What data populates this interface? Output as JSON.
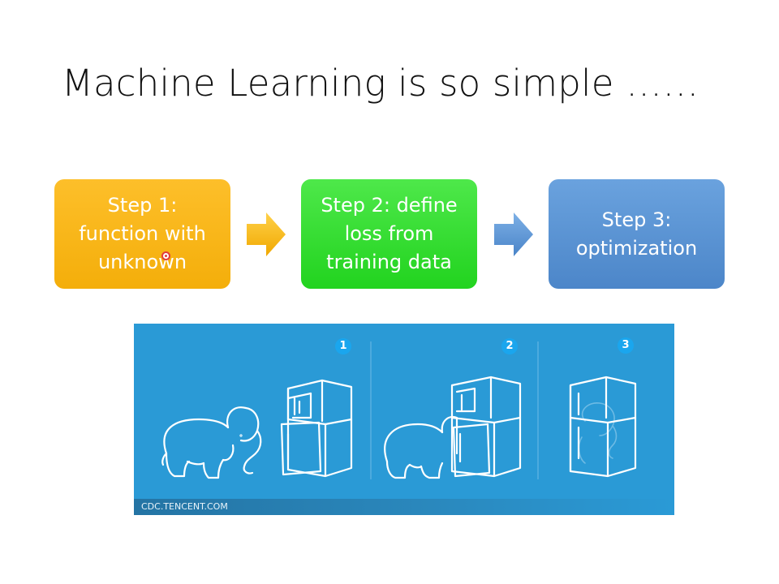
{
  "slide": {
    "title": "Machine Learning is so simple ……"
  },
  "steps": [
    {
      "label": "Step 1:\nfunction with\nunknown",
      "color": "#f6b417"
    },
    {
      "label": "Step 2: define\nloss from\ntraining data",
      "color": "#2fd92c"
    },
    {
      "label": "Step 3:\noptimization",
      "color": "#5b93d3"
    }
  ],
  "arrows": [
    {
      "icon": "right-arrow-icon",
      "color": "#f6b417"
    },
    {
      "icon": "right-arrow-icon",
      "color": "#5b93d3"
    }
  ],
  "illustration": {
    "background": "#2a9ad6",
    "badges": [
      "1",
      "2",
      "3"
    ],
    "icons": [
      "elephant-icon",
      "fridge-icon"
    ],
    "credit": "CDC.TENCENT.COM"
  }
}
